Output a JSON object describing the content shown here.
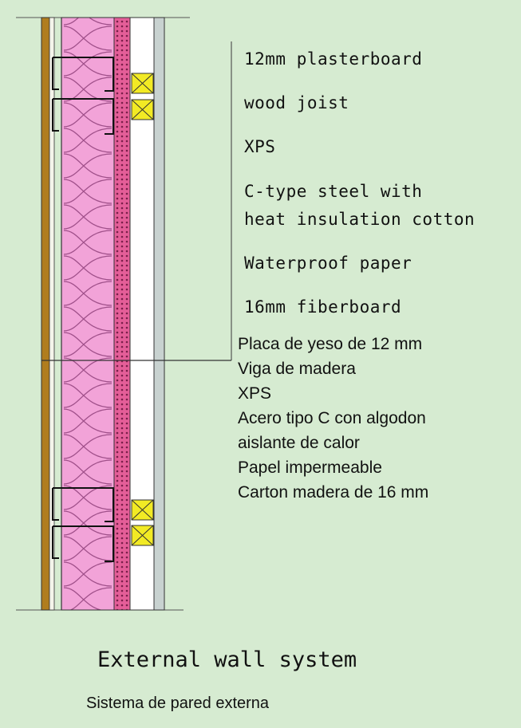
{
  "labels_en": [
    "12mm plasterboard",
    "wood joist",
    "XPS",
    "C-type steel with",
    "heat insulation cotton",
    "Waterproof paper",
    "16mm fiberboard"
  ],
  "labels_es": [
    "Placa de yeso de 12 mm",
    "Viga de madera",
    "XPS",
    "Acero tipo C con algodon",
    "aislante de calor",
    "Papel impermeable",
    "Carton madera de 16 mm"
  ],
  "title_en": "External wall system",
  "title_es": "Sistema de pared externa",
  "colors": {
    "background": "#d6ebd1",
    "insulation": "#f2a3d8",
    "insulation_line": "#a0508a",
    "xps": "#e6609a",
    "joist": "#f2ea24",
    "fiberboard": "#b07d1e",
    "plasterboard": "#ffffff",
    "steel": "#111111"
  }
}
